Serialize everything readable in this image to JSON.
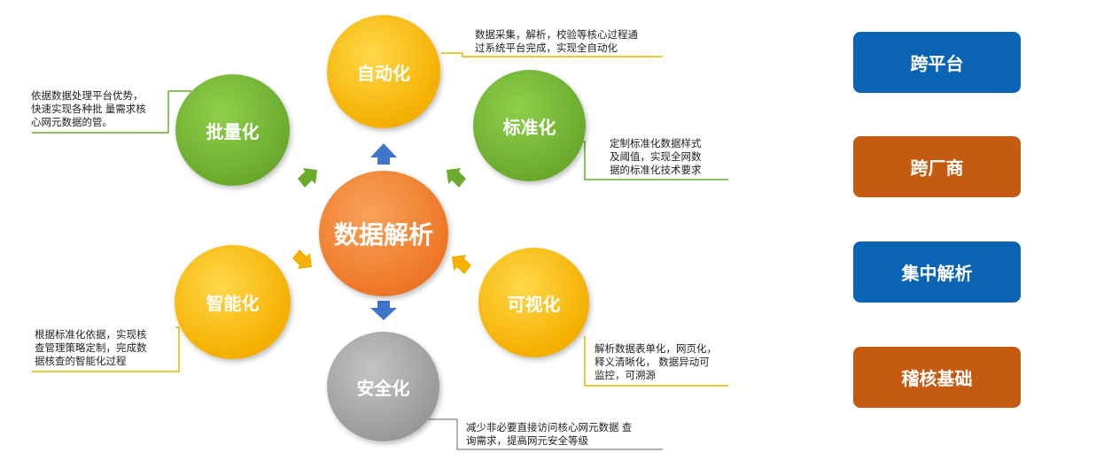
{
  "center": {
    "label": "数据解析"
  },
  "nodes": {
    "automation": {
      "label": "自动化",
      "note": [
        "数据采集，解析，校验等核心过程通",
        "过系统平台完成，实现全自动化"
      ]
    },
    "standardization": {
      "label": "标准化",
      "note": [
        "定制标准化数据样式",
        "及阈值，实现全网数",
        "据的标准化技术要求"
      ]
    },
    "visualization": {
      "label": "可视化",
      "note": [
        "解析数据表单化，网页化，",
        "释义清晰化， 数据异动可",
        "监控，可溯源"
      ]
    },
    "security": {
      "label": "安全化",
      "note": [
        "减少非必要直接访问核心网元数据 查",
        "询需求，提高网元安全等级"
      ]
    },
    "intelligence": {
      "label": "智能化",
      "note": [
        "根据标准化依据，实现核",
        "查管理策略定制，完成数",
        "据核查的智能化过程"
      ]
    },
    "batch": {
      "label": "批量化",
      "note": [
        "依据数据处理平台优势，",
        "快速实现各种批 量需求核",
        "心网元数据的管。"
      ]
    }
  },
  "right_buttons": [
    {
      "label": "跨平台",
      "color": "#0b63b3"
    },
    {
      "label": "跨厂商",
      "color": "#c55a11"
    },
    {
      "label": "集中解析",
      "color": "#0b63b3"
    },
    {
      "label": "稽核基础",
      "color": "#c55a11"
    }
  ],
  "colors": {
    "yellow": "#f5b000",
    "green": "#6aab2e",
    "gray": "#9a9a9a",
    "orange": "#ef7a2a",
    "arrow_blue": "#3f74c9",
    "arrow_green": "#6aab2e",
    "arrow_yellow": "#f5b000"
  }
}
